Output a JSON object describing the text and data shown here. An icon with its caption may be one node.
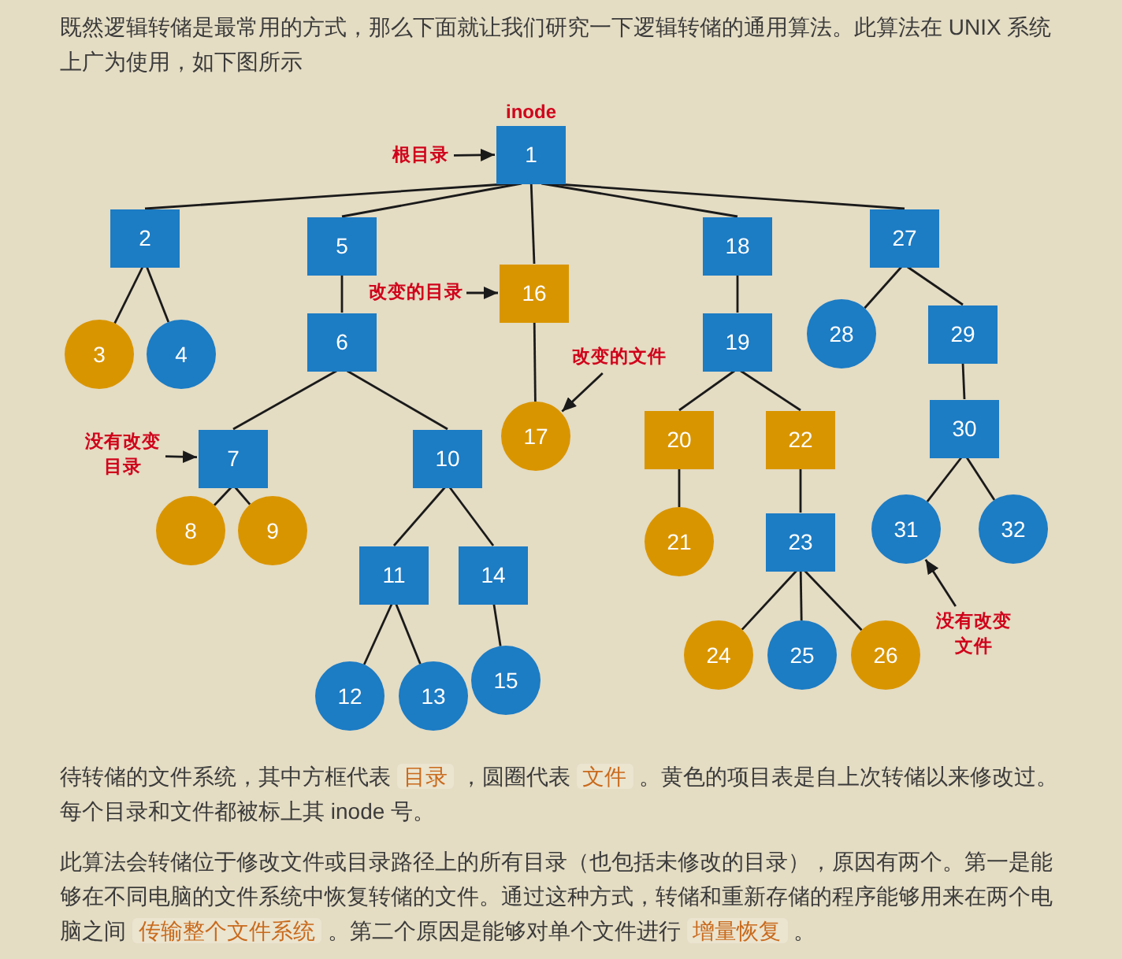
{
  "diagram": {
    "nodes": [
      {
        "text": [
          "1"
        ],
        "beside": [
          "inode"
        ]
      },
      {
        "text": [
          "2"
        ]
      },
      {
        "text": [
          "3"
        ]
      },
      {
        "text": [
          "4"
        ]
      },
      {
        "text": [
          "5"
        ]
      },
      {
        "text": [
          "6"
        ]
      },
      {
        "text": [
          "7"
        ]
      },
      {
        "text": [
          "8"
        ]
      },
      {
        "text": [
          "9"
        ]
      },
      {
        "text": [
          "10"
        ]
      },
      {
        "text": [
          "11"
        ]
      },
      {
        "text": [
          "12"
        ]
      },
      {
        "text": [
          "13"
        ]
      },
      {
        "text": [
          "14"
        ]
      },
      {
        "text": [
          "15"
        ]
      },
      {
        "text": [
          "16"
        ]
      },
      {
        "text": [
          "17"
        ]
      },
      {
        "text": [
          "18"
        ]
      },
      {
        "text": [
          "19"
        ]
      },
      {
        "text": [
          "20"
        ]
      },
      {
        "text": [
          "21"
        ]
      },
      {
        "text": [
          "22"
        ]
      },
      {
        "text": [
          "23"
        ]
      },
      {
        "text": [
          "24"
        ]
      },
      {
        "text": [
          "25"
        ]
      },
      {
        "text": [
          "26"
        ]
      },
      {
        "text": [
          "27"
        ]
      },
      {
        "text": [
          "28"
        ]
      },
      {
        "text": [
          "29"
        ]
      },
      {
        "text": [
          "30"
        ]
      },
      {
        "text": [
          "31"
        ]
      },
      {
        "text": [
          "32"
        ]
      },
      {
        "text": [
          "根目录"
        ]
      },
      {
        "text": [
          "改变的目录"
        ]
      },
      {
        "text": [
          "改变的文件"
        ]
      },
      {
        "text": [
          "没有改变目录"
        ]
      },
      {
        "text": [
          "没有改变文件"
        ]
      }
    ],
    "edges": [
      {
        "from": 0,
        "to": 1,
        "arrow": "none"
      },
      {
        "from": 0,
        "to": 4,
        "arrow": "none"
      },
      {
        "from": 0,
        "to": 15,
        "arrow": "none"
      },
      {
        "from": 0,
        "to": 17,
        "arrow": "none"
      },
      {
        "from": 0,
        "to": 26,
        "arrow": "none"
      },
      {
        "from": 1,
        "to": 2,
        "arrow": "none"
      },
      {
        "from": 1,
        "to": 3,
        "arrow": "none"
      },
      {
        "from": 4,
        "to": 5,
        "arrow": "none"
      },
      {
        "from": 5,
        "to": 6,
        "arrow": "none"
      },
      {
        "from": 5,
        "to": 9,
        "arrow": "none"
      },
      {
        "from": 6,
        "to": 7,
        "arrow": "none"
      },
      {
        "from": 6,
        "to": 8,
        "arrow": "none"
      },
      {
        "from": 9,
        "to": 10,
        "arrow": "none"
      },
      {
        "from": 9,
        "to": 13,
        "arrow": "none"
      },
      {
        "from": 10,
        "to": 11,
        "arrow": "none"
      },
      {
        "from": 10,
        "to": 12,
        "arrow": "none"
      },
      {
        "from": 13,
        "to": 14,
        "arrow": "none"
      },
      {
        "from": 15,
        "to": 16,
        "arrow": "none"
      },
      {
        "from": 17,
        "to": 18,
        "arrow": "none"
      },
      {
        "from": 18,
        "to": 19,
        "arrow": "none"
      },
      {
        "from": 18,
        "to": 21,
        "arrow": "none"
      },
      {
        "from": 19,
        "to": 20,
        "arrow": "none"
      },
      {
        "from": 21,
        "to": 22,
        "arrow": "none"
      },
      {
        "from": 22,
        "to": 23,
        "arrow": "none"
      },
      {
        "from": 22,
        "to": 24,
        "arrow": "none"
      },
      {
        "from": 22,
        "to": 25,
        "arrow": "none"
      },
      {
        "from": 26,
        "to": 27,
        "arrow": "none"
      },
      {
        "from": 26,
        "to": 28,
        "arrow": "none"
      },
      {
        "from": 28,
        "to": 29,
        "arrow": "none"
      },
      {
        "from": 29,
        "to": 30,
        "arrow": "none"
      },
      {
        "from": 29,
        "to": 31,
        "arrow": "none"
      },
      {
        "from": 32,
        "to": 0,
        "arrow": "to"
      },
      {
        "from": 33,
        "to": 15,
        "arrow": "to"
      },
      {
        "from": 34,
        "to": 16,
        "arrow": "to"
      },
      {
        "from": 35,
        "to": 6,
        "arrow": "to"
      },
      {
        "from": 36,
        "to": 30,
        "arrow": "to"
      }
    ],
    "labels": [
      "既然逻辑转储是最常用的方式，那么下面就让我们研究一下逻辑转储的通用算法。此算法在 UNIX 系统上广为使用，如下图所示",
      "待转储的文件系统，其中方框代表 **目录** ，圆圈代表 **文件** 。黄色的项目表是自上次转储以来修改过。每个目录和文件都被标上其 inode 号。",
      "此算法会转储位于修改文件或目录路径上的所有目录（也包括未修改的目录），原因有两个。第一是能够在不同电脑的文件系统中恢复转储的文件。通过这种方式，转储和重新存储的程序能够用来在两个电脑之间 **传输整个文件系统** 。第二个原因是能够对单个文件进行 **增量恢复** 。"
    ]
  }
}
